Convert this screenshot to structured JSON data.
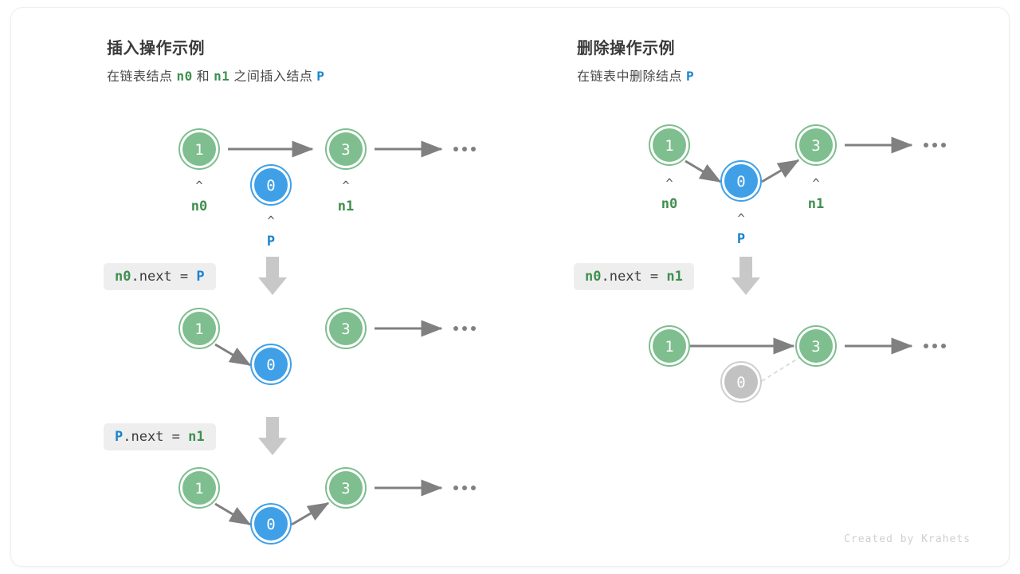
{
  "credit": "Created by Krahets",
  "colors": {
    "green_fill": "#7ebe8f",
    "green_ring": "#7ebe8f",
    "blue_fill": "#3fa0e8",
    "blue_ring": "#3fa0e8",
    "gray_fill": "#c2c2c2",
    "gray_ring": "#cfcfcf",
    "arrow": "#808080",
    "label_green": "#3f8f4f",
    "label_blue": "#1784cf",
    "codebox_bg": "#eeeeee",
    "block_arrow": "#c8c8c8"
  },
  "left": {
    "title": "插入操作示例",
    "subtitle_parts": [
      {
        "text": "在链表结点 ",
        "style": "plain"
      },
      {
        "text": "n0",
        "style": "green"
      },
      {
        "text": " 和 ",
        "style": "plain"
      },
      {
        "text": "n1",
        "style": "green"
      },
      {
        "text": " 之间插入结点 ",
        "style": "plain"
      },
      {
        "text": "P",
        "style": "blue"
      }
    ],
    "steps": [
      {
        "code_parts": [
          {
            "text": "n0",
            "style": "green"
          },
          {
            "text": ".next = ",
            "style": "plain"
          },
          {
            "text": "P",
            "style": "blue"
          }
        ]
      },
      {
        "code_parts": [
          {
            "text": "P",
            "style": "blue"
          },
          {
            "text": ".next = ",
            "style": "plain"
          },
          {
            "text": "n1",
            "style": "green"
          }
        ]
      }
    ],
    "rows": [
      {
        "name": "initial-state",
        "nodes": [
          {
            "value": "1",
            "color": "green",
            "label": "n0",
            "label_color": "green",
            "caret": "^"
          },
          {
            "value": "0",
            "color": "blue",
            "label": "P",
            "label_color": "blue",
            "caret": "^"
          },
          {
            "value": "3",
            "color": "green",
            "label": "n1",
            "label_color": "green",
            "caret": "^"
          }
        ],
        "ellipsis": "..."
      },
      {
        "name": "after-n0-next-p",
        "nodes": [
          {
            "value": "1",
            "color": "green"
          },
          {
            "value": "0",
            "color": "blue"
          },
          {
            "value": "3",
            "color": "green"
          }
        ],
        "ellipsis": "..."
      },
      {
        "name": "after-p-next-n1",
        "nodes": [
          {
            "value": "1",
            "color": "green"
          },
          {
            "value": "0",
            "color": "blue"
          },
          {
            "value": "3",
            "color": "green"
          }
        ],
        "ellipsis": "..."
      }
    ]
  },
  "right": {
    "title": "删除操作示例",
    "subtitle_parts": [
      {
        "text": "在链表中删除结点 ",
        "style": "plain"
      },
      {
        "text": "P",
        "style": "blue"
      }
    ],
    "steps": [
      {
        "code_parts": [
          {
            "text": "n0",
            "style": "green"
          },
          {
            "text": ".next = ",
            "style": "plain"
          },
          {
            "text": "n1",
            "style": "green"
          }
        ]
      }
    ],
    "rows": [
      {
        "name": "before-delete",
        "nodes": [
          {
            "value": "1",
            "color": "green",
            "label": "n0",
            "label_color": "green",
            "caret": "^"
          },
          {
            "value": "0",
            "color": "blue",
            "label": "P",
            "label_color": "blue",
            "caret": "^"
          },
          {
            "value": "3",
            "color": "green",
            "label": "n1",
            "label_color": "green",
            "caret": "^"
          }
        ],
        "ellipsis": "..."
      },
      {
        "name": "after-delete",
        "nodes": [
          {
            "value": "1",
            "color": "green"
          },
          {
            "value": "0",
            "color": "gray"
          },
          {
            "value": "3",
            "color": "green"
          }
        ],
        "ellipsis": "..."
      }
    ]
  }
}
